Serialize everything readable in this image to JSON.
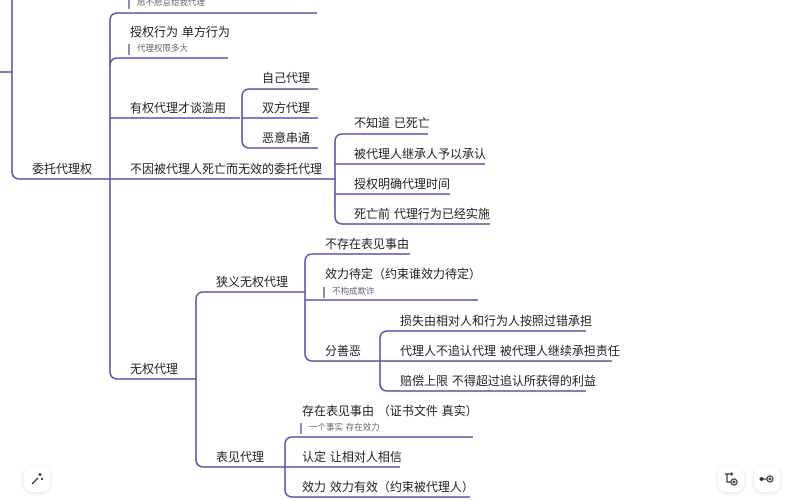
{
  "colors": {
    "line": "#5b57a8"
  },
  "root": {
    "label": "委托代理权"
  },
  "top_note": "愿不愿意给我代理",
  "b1": {
    "label": "授权行为 单方行为",
    "note": "代理权限多大"
  },
  "b2": {
    "label": "有权代理才谈滥用",
    "children": [
      "自己代理",
      "双方代理",
      "恶意串通"
    ]
  },
  "b3": {
    "label": "不因被代理人死亡而无效的委托代理",
    "children": [
      "不知道 已死亡",
      "被代理人继承人予以承认",
      "授权明确代理时间",
      "死亡前 代理行为已经实施"
    ]
  },
  "b4": {
    "label": "无权代理",
    "narrow": {
      "label": "狭义无权代理",
      "c1": "不存在表见事由",
      "c2": {
        "label": "效力待定（约束谁效力待定）",
        "note": "不构成欺诈"
      },
      "c3": {
        "label": "分善恶",
        "children": [
          "损失由相对人和行为人按照过错承担",
          "代理人不追认代理 被代理人继续承担责任",
          "赔偿上限 不得超过追认所获得的利益"
        ]
      }
    },
    "apparent": {
      "label": "表见代理",
      "c1": {
        "label": "存在表见事由 （证书文件 真实）",
        "note": "一个事实 存在效力"
      },
      "c2": "认定 让相对人相信",
      "c3": "效力 效力有效（约束被代理人）"
    }
  },
  "toolbar": {
    "magic": "magic-wand",
    "layout": "layout",
    "connect": "connect"
  }
}
